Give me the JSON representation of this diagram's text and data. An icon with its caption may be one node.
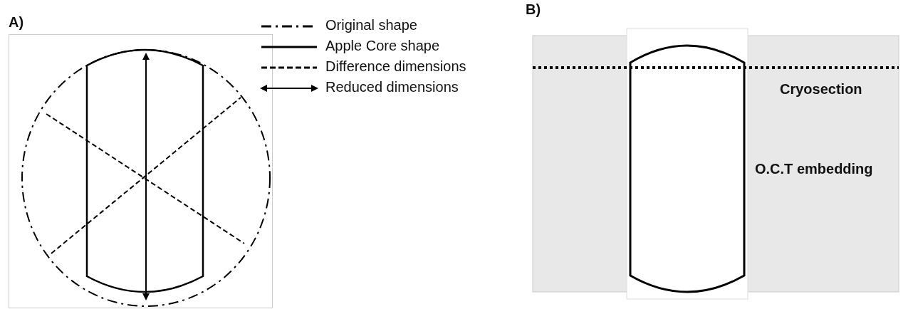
{
  "diagram": {
    "labels": [
      "A)",
      "B)",
      "Cryosection",
      "O.C.T embedding"
    ],
    "legend": [
      {
        "text": "Original shape"
      },
      {
        "text": "Apple Core shape"
      },
      {
        "text": "Difference dimensions"
      },
      {
        "text": "Reduced dimensions"
      }
    ]
  }
}
